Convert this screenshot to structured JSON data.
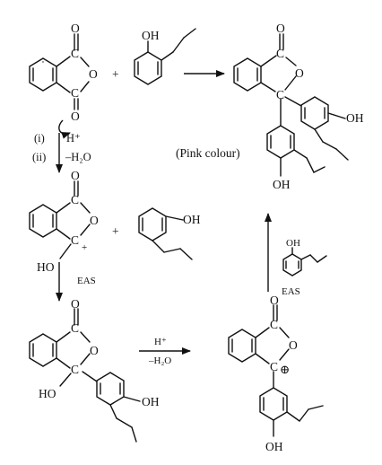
{
  "scheme": {
    "colour_label": "(Pink colour)",
    "atoms": {
      "carbon": "C",
      "oxygen": "O",
      "hydroxyl": "OH",
      "hydroxyl_left": "HO"
    },
    "step1_conditions": {
      "step_i_tag": "(i)",
      "step_i_reagent": "H⁺",
      "step_ii_tag": "(ii)",
      "step_ii_reagent": "–H₂O"
    },
    "step2_condition": "EAS",
    "step3_conditions": {
      "reagent": "H⁺",
      "loss": "–H₂O"
    },
    "step4_condition": "EAS",
    "charges": {
      "plus": "+",
      "plus_circled": "⊕",
      "plus_sign": "+"
    }
  }
}
